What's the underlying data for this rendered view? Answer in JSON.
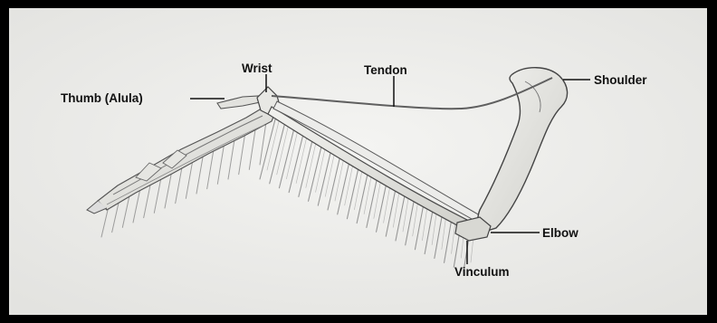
{
  "diagram": {
    "labels": {
      "wrist": "Wrist",
      "tendon": "Tendon",
      "shoulder": "Shoulder",
      "thumb": "Thumb (Alula)",
      "elbow": "Elbow",
      "vinculum": "Vinculum"
    },
    "colors": {
      "frame": "#000000",
      "paper": "#eeeeec",
      "bone_fill": "#e4e4e0",
      "bone_line": "#4a4a4a",
      "label_text": "#111111"
    }
  }
}
